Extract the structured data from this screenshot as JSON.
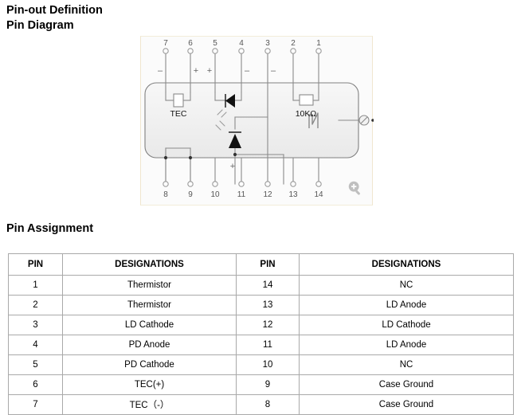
{
  "headings": {
    "line1": "Pin-out Definition",
    "line2": "Pin Diagram",
    "pin_assignment": "Pin Assignment"
  },
  "diagram": {
    "top_pins": [
      {
        "number": "7",
        "polarity": "–"
      },
      {
        "number": "6",
        "polarity": "+"
      },
      {
        "number": "5",
        "polarity": "+"
      },
      {
        "number": "4",
        "polarity": "–"
      },
      {
        "number": "3",
        "polarity": "–"
      },
      {
        "number": "2",
        "polarity": ""
      },
      {
        "number": "1",
        "polarity": ""
      }
    ],
    "bottom_pins": [
      {
        "number": "8",
        "polarity": ""
      },
      {
        "number": "9",
        "polarity": ""
      },
      {
        "number": "10",
        "polarity": ""
      },
      {
        "number": "11",
        "polarity": "+"
      },
      {
        "number": "12",
        "polarity": ""
      },
      {
        "number": "13",
        "polarity": ""
      },
      {
        "number": "14",
        "polarity": ""
      }
    ],
    "components": {
      "tec_label": "TEC",
      "thermistor_label": "10KΩ"
    },
    "zoom_icon": "magnifier-plus-icon"
  },
  "table": {
    "headers": [
      "PIN",
      "DESIGNATIONS",
      "PIN",
      "DESIGNATIONS"
    ],
    "rows": [
      [
        "1",
        "Thermistor",
        "14",
        "NC"
      ],
      [
        "2",
        "Thermistor",
        "13",
        "LD Anode"
      ],
      [
        "3",
        "LD Cathode",
        "12",
        "LD Cathode"
      ],
      [
        "4",
        "PD Anode",
        "11",
        "LD Anode"
      ],
      [
        "5",
        "PD Cathode",
        "10",
        "NC"
      ],
      [
        "6",
        "TEC(+)",
        "9",
        "Case Ground"
      ],
      [
        "7",
        "TEC（-）",
        "8",
        "Case Ground"
      ]
    ]
  },
  "colors": {
    "panel_bg": "#fbfbfb",
    "panel_border": "#f0e6cf",
    "table_border": "#a9a9a9",
    "wire": "#8a8a8a",
    "text": "#000000"
  }
}
